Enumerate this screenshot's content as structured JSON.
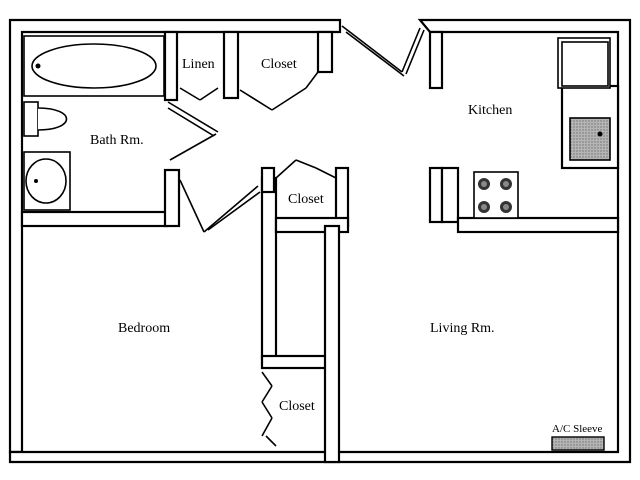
{
  "rooms": {
    "bath": "Bath Rm.",
    "linen": "Linen",
    "closet_hall": "Closet",
    "kitchen": "Kitchen",
    "closet_center": "Closet",
    "bedroom": "Bedroom",
    "living": "Living Rm.",
    "closet_bedroom": "Closet"
  },
  "fixtures": {
    "ac_sleeve": "A/C Sleeve"
  },
  "colors": {
    "wall_stroke": "#000000",
    "wall_fill": "#ffffff",
    "hatch": "#888888"
  }
}
